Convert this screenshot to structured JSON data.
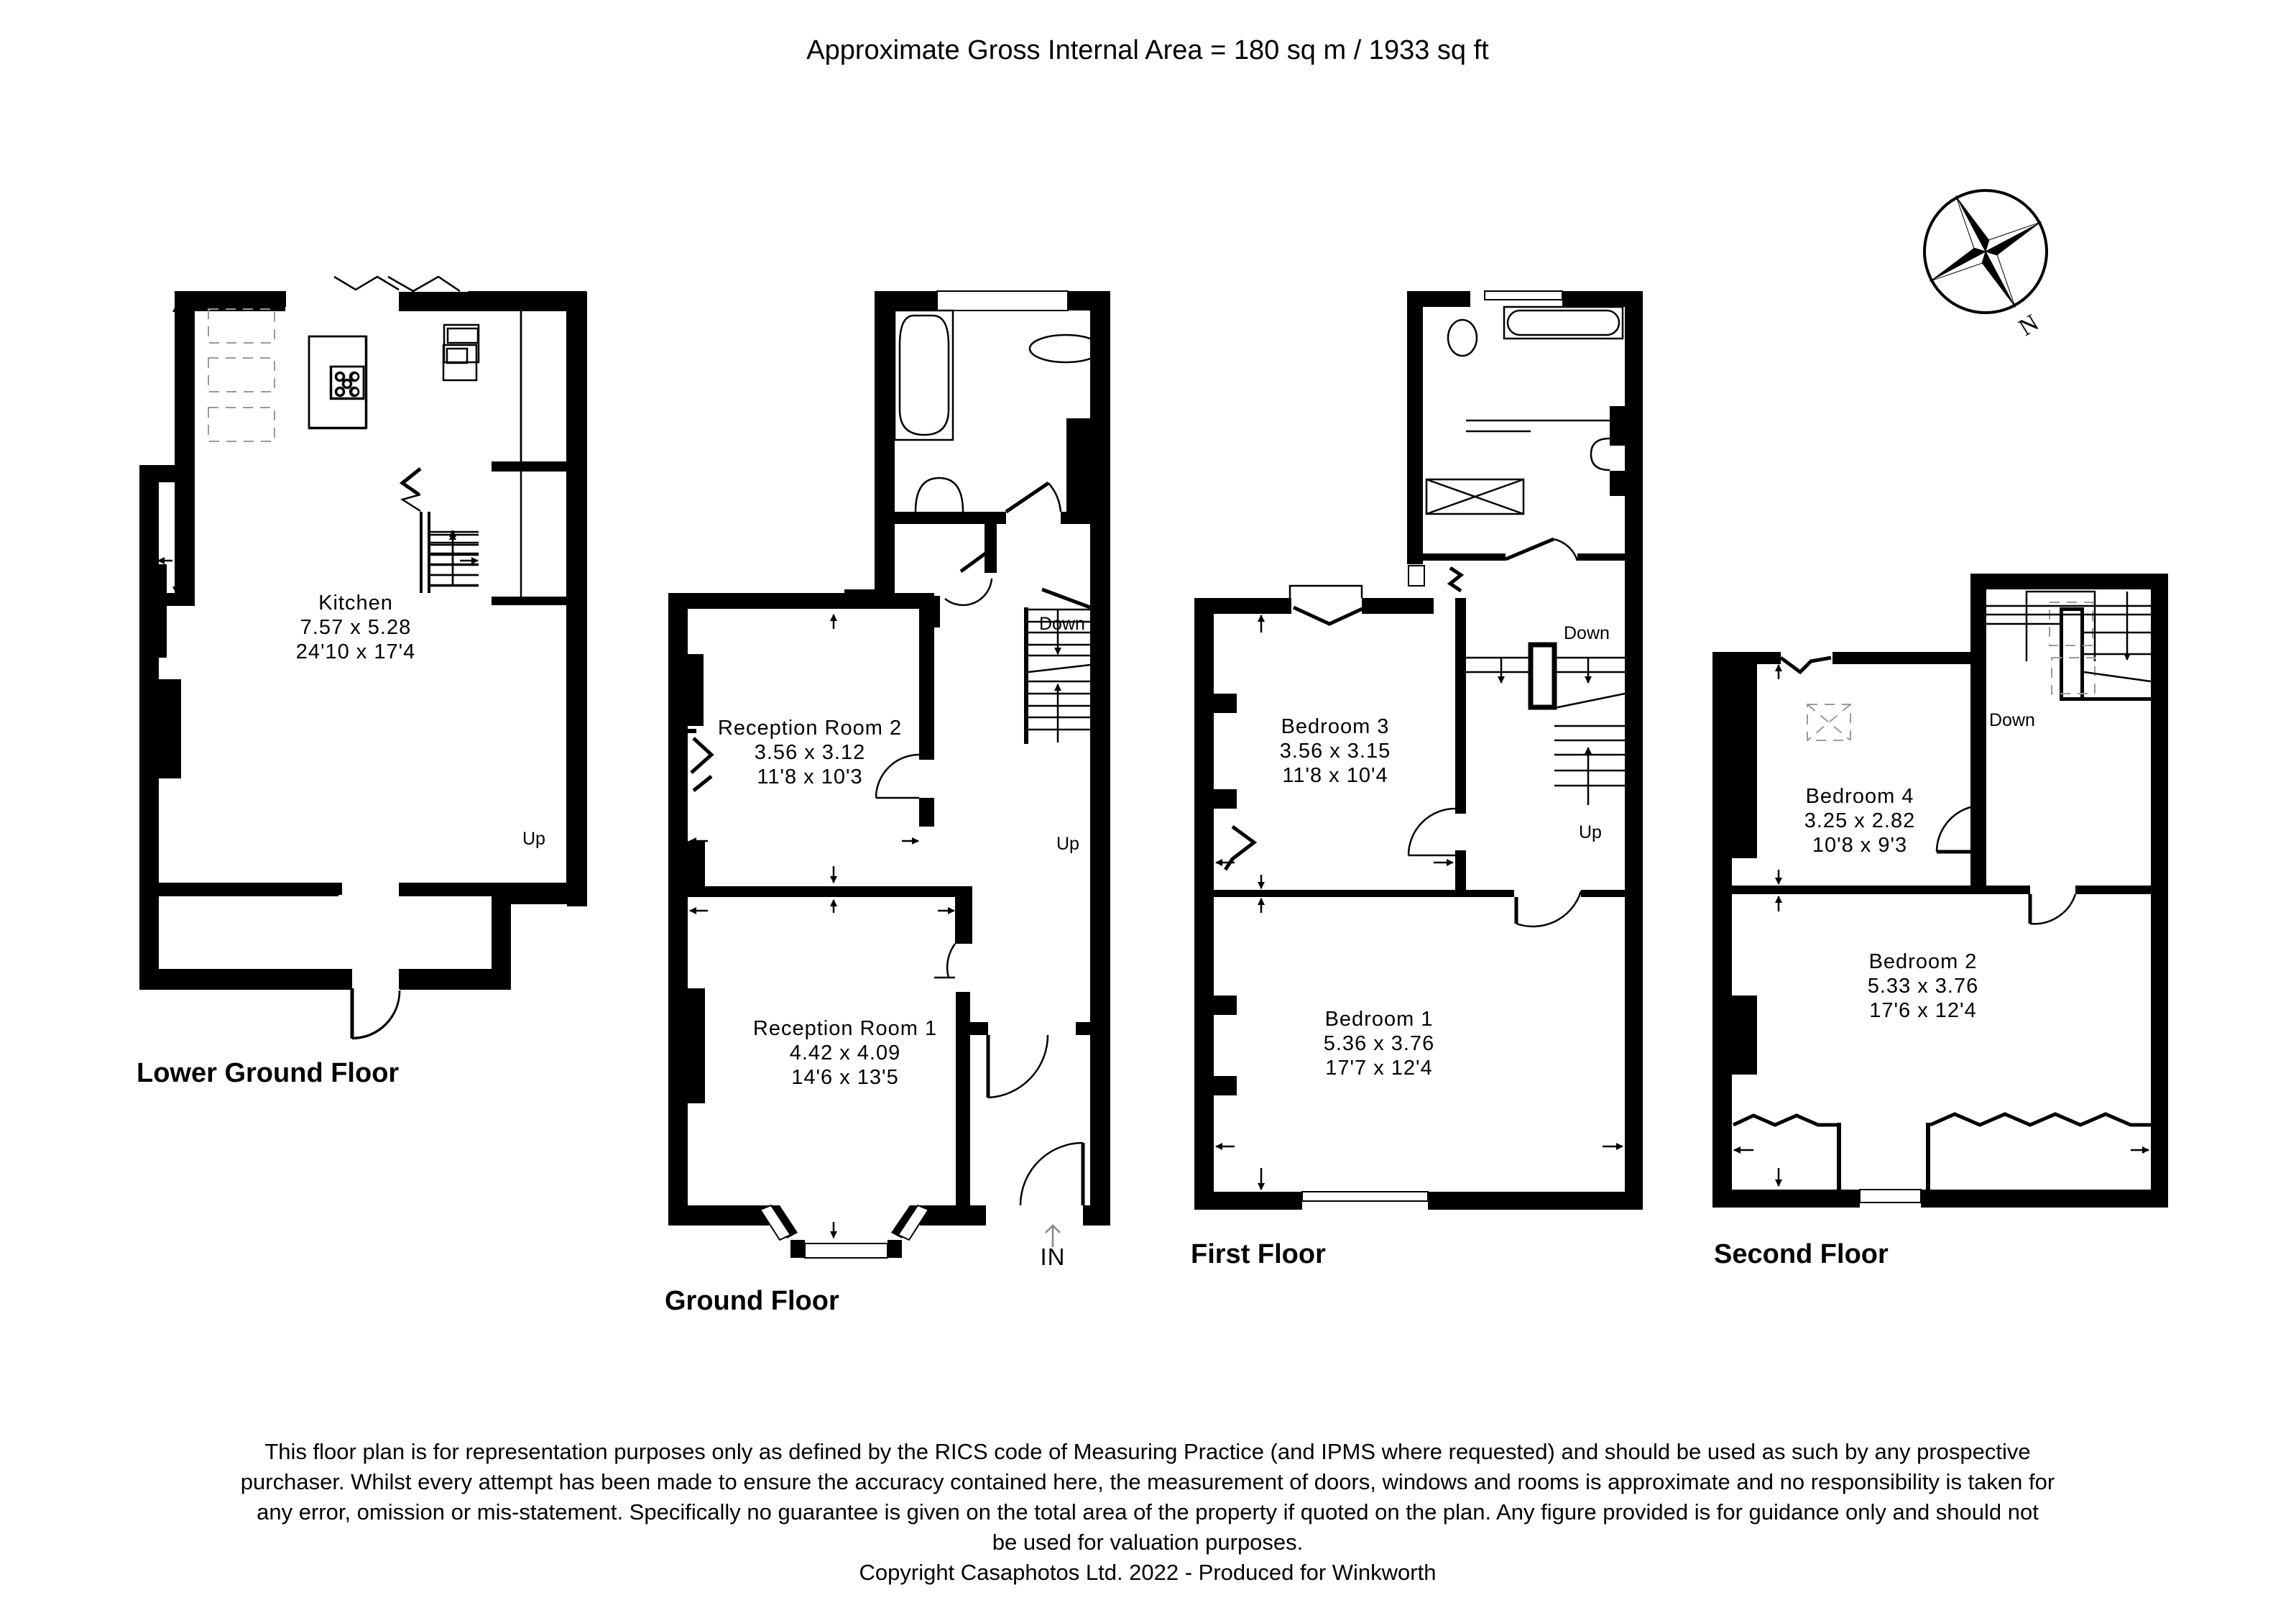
{
  "header": {
    "title": "Approximate Gross Internal Area = 180 sq m / 1933 sq ft"
  },
  "compass": {
    "icon": "compass-rose-icon",
    "north_label": "N"
  },
  "floors": {
    "lower_ground": {
      "label": "Lower Ground Floor",
      "rooms": [
        {
          "name": "Kitchen",
          "metric": "7.57 x 5.28",
          "imperial": "24'10 x 17'4"
        }
      ],
      "stair_label": "Up"
    },
    "ground": {
      "label": "Ground Floor",
      "rooms": [
        {
          "name": "Reception Room 2",
          "metric": "3.56 x 3.12",
          "imperial": "11'8 x 10'3"
        },
        {
          "name": "Reception Room 1",
          "metric": "4.42 x 4.09",
          "imperial": "14'6 x 13'5"
        }
      ],
      "stair_down_label": "Down",
      "stair_up_label": "Up",
      "entrance_label": "IN"
    },
    "first": {
      "label": "First Floor",
      "rooms": [
        {
          "name": "Bedroom 3",
          "metric": "3.56 x 3.15",
          "imperial": "11'8 x 10'4"
        },
        {
          "name": "Bedroom 1",
          "metric": "5.36 x 3.76",
          "imperial": "17'7 x 12'4"
        }
      ],
      "stair_down_label": "Down",
      "stair_up_label": "Up"
    },
    "second": {
      "label": "Second Floor",
      "rooms": [
        {
          "name": "Bedroom 4",
          "metric": "3.25 x 2.82",
          "imperial": "10'8 x 9'3"
        },
        {
          "name": "Bedroom 2",
          "metric": "5.33 x 3.76",
          "imperial": "17'6 x 12'4"
        }
      ],
      "stair_down_label": "Down"
    }
  },
  "footer": {
    "disclaimer_lines": [
      "This floor plan is for representation purposes only as defined by the RICS code of Measuring Practice (and IPMS where requested) and should be used as such by any prospective",
      "purchaser. Whilst every attempt has been made to ensure the accuracy contained here, the measurement of doors, windows and rooms is approximate and no responsibility is taken for",
      "any error, omission or mis-statement. Specifically no guarantee is given on the total area of the property if quoted on the plan. Any figure provided is for guidance only and should not",
      "be used for valuation purposes."
    ],
    "copyright": "Copyright Casaphotos Ltd. 2022 - Produced for Winkworth"
  },
  "colors": {
    "wall": "#000000",
    "background": "#ffffff",
    "fixture_dash": "#9a9a9a"
  }
}
